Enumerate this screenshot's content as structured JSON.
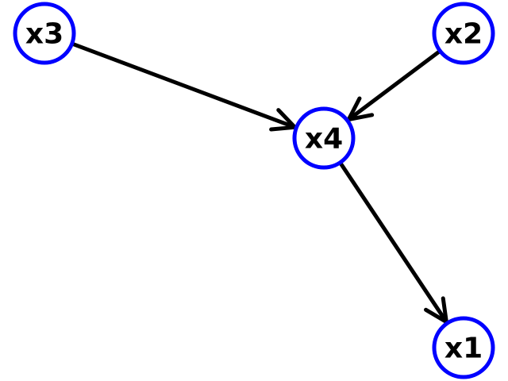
{
  "diagram": {
    "type": "directed-graph",
    "colors": {
      "node_border": "#0000ff",
      "edge": "#000000",
      "label": "#000000",
      "background": "#ffffff"
    },
    "nodes": [
      {
        "id": "x3",
        "label": "x3"
      },
      {
        "id": "x2",
        "label": "x2"
      },
      {
        "id": "x4",
        "label": "x4"
      },
      {
        "id": "x1",
        "label": "x1"
      }
    ],
    "edges": [
      {
        "from": "x3",
        "to": "x4"
      },
      {
        "from": "x2",
        "to": "x4"
      },
      {
        "from": "x4",
        "to": "x1"
      }
    ]
  }
}
